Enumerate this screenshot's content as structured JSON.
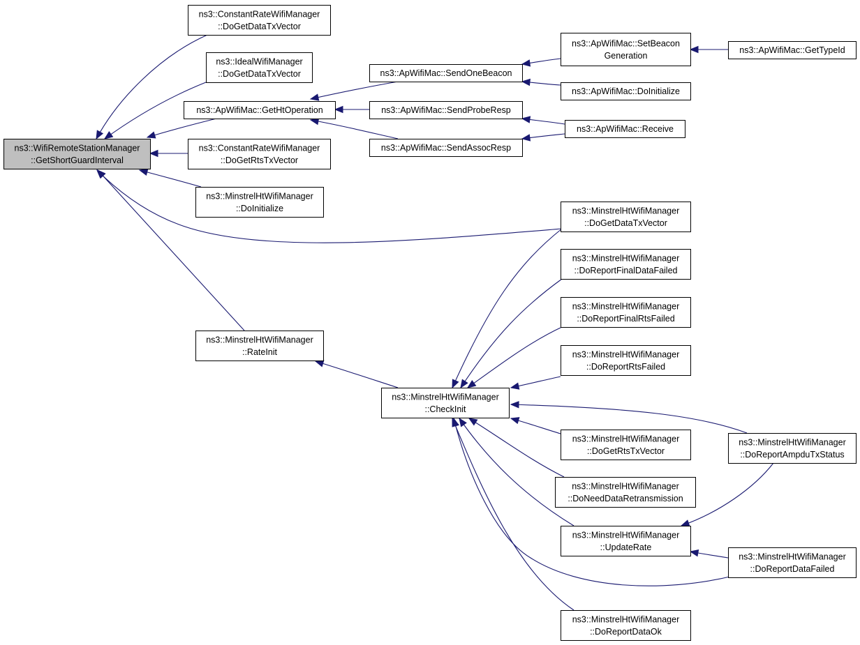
{
  "diagram": {
    "type": "call-graph",
    "edge_color": "#191970",
    "root_fill": "#bfbfbf",
    "nodes": {
      "root": [
        "ns3::WifiRemoteStationManager",
        "::GetShortGuardInterval"
      ],
      "crw_data": [
        "ns3::ConstantRateWifiManager",
        "::DoGetDataTxVector"
      ],
      "ideal_data": [
        "ns3::IdealWifiManager",
        "::DoGetDataTxVector"
      ],
      "ht_op": [
        "ns3::ApWifiMac::GetHtOperation"
      ],
      "crw_rts": [
        "ns3::ConstantRateWifiManager",
        "::DoGetRtsTxVector"
      ],
      "mht_doinit": [
        "ns3::MinstrelHtWifiManager",
        "::DoInitialize"
      ],
      "mht_rateinit": [
        "ns3::MinstrelHtWifiManager",
        "::RateInit"
      ],
      "send_beacon": [
        "ns3::ApWifiMac::SendOneBeacon"
      ],
      "send_probe": [
        "ns3::ApWifiMac::SendProbeResp"
      ],
      "send_assoc": [
        "ns3::ApWifiMac::SendAssocResp"
      ],
      "set_beacon": [
        "ns3::ApWifiMac::SetBeacon",
        "Generation"
      ],
      "ap_doinit": [
        "ns3::ApWifiMac::DoInitialize"
      ],
      "ap_receive": [
        "ns3::ApWifiMac::Receive"
      ],
      "gettypeid": [
        "ns3::ApWifiMac::GetTypeId"
      ],
      "mht_getdata": [
        "ns3::MinstrelHtWifiManager",
        "::DoGetDataTxVector"
      ],
      "mht_finaldata": [
        "ns3::MinstrelHtWifiManager",
        "::DoReportFinalDataFailed"
      ],
      "mht_finalrts": [
        "ns3::MinstrelHtWifiManager",
        "::DoReportFinalRtsFailed"
      ],
      "mht_rtsfailed": [
        "ns3::MinstrelHtWifiManager",
        "::DoReportRtsFailed"
      ],
      "mht_checkinit": [
        "ns3::MinstrelHtWifiManager",
        "::CheckInit"
      ],
      "mht_getrts": [
        "ns3::MinstrelHtWifiManager",
        "::DoGetRtsTxVector"
      ],
      "mht_needretx": [
        "ns3::MinstrelHtWifiManager",
        "::DoNeedDataRetransmission"
      ],
      "mht_update": [
        "ns3::MinstrelHtWifiManager",
        "::UpdateRate"
      ],
      "mht_dataok": [
        "ns3::MinstrelHtWifiManager",
        "::DoReportDataOk"
      ],
      "mht_ampdu": [
        "ns3::MinstrelHtWifiManager",
        "::DoReportAmpduTxStatus"
      ],
      "mht_datafailed": [
        "ns3::MinstrelHtWifiManager",
        "::DoReportDataFailed"
      ]
    },
    "edges": [
      [
        "crw_data",
        "root"
      ],
      [
        "ideal_data",
        "root"
      ],
      [
        "ht_op",
        "root"
      ],
      [
        "crw_rts",
        "root"
      ],
      [
        "mht_doinit",
        "root"
      ],
      [
        "mht_getdata",
        "root"
      ],
      [
        "mht_rateinit",
        "root"
      ],
      [
        "send_beacon",
        "ht_op"
      ],
      [
        "send_probe",
        "ht_op"
      ],
      [
        "send_assoc",
        "ht_op"
      ],
      [
        "set_beacon",
        "send_beacon"
      ],
      [
        "ap_doinit",
        "send_beacon"
      ],
      [
        "gettypeid",
        "set_beacon"
      ],
      [
        "ap_receive",
        "send_probe"
      ],
      [
        "ap_receive",
        "send_assoc"
      ],
      [
        "mht_checkinit",
        "mht_rateinit"
      ],
      [
        "mht_getdata",
        "mht_checkinit"
      ],
      [
        "mht_finaldata",
        "mht_checkinit"
      ],
      [
        "mht_finalrts",
        "mht_checkinit"
      ],
      [
        "mht_rtsfailed",
        "mht_checkinit"
      ],
      [
        "mht_ampdu",
        "mht_checkinit"
      ],
      [
        "mht_getrts",
        "mht_checkinit"
      ],
      [
        "mht_needretx",
        "mht_checkinit"
      ],
      [
        "mht_update",
        "mht_checkinit"
      ],
      [
        "mht_datafailed",
        "mht_checkinit"
      ],
      [
        "mht_dataok",
        "mht_checkinit"
      ],
      [
        "mht_ampdu",
        "mht_update"
      ],
      [
        "mht_datafailed",
        "mht_update"
      ]
    ]
  }
}
